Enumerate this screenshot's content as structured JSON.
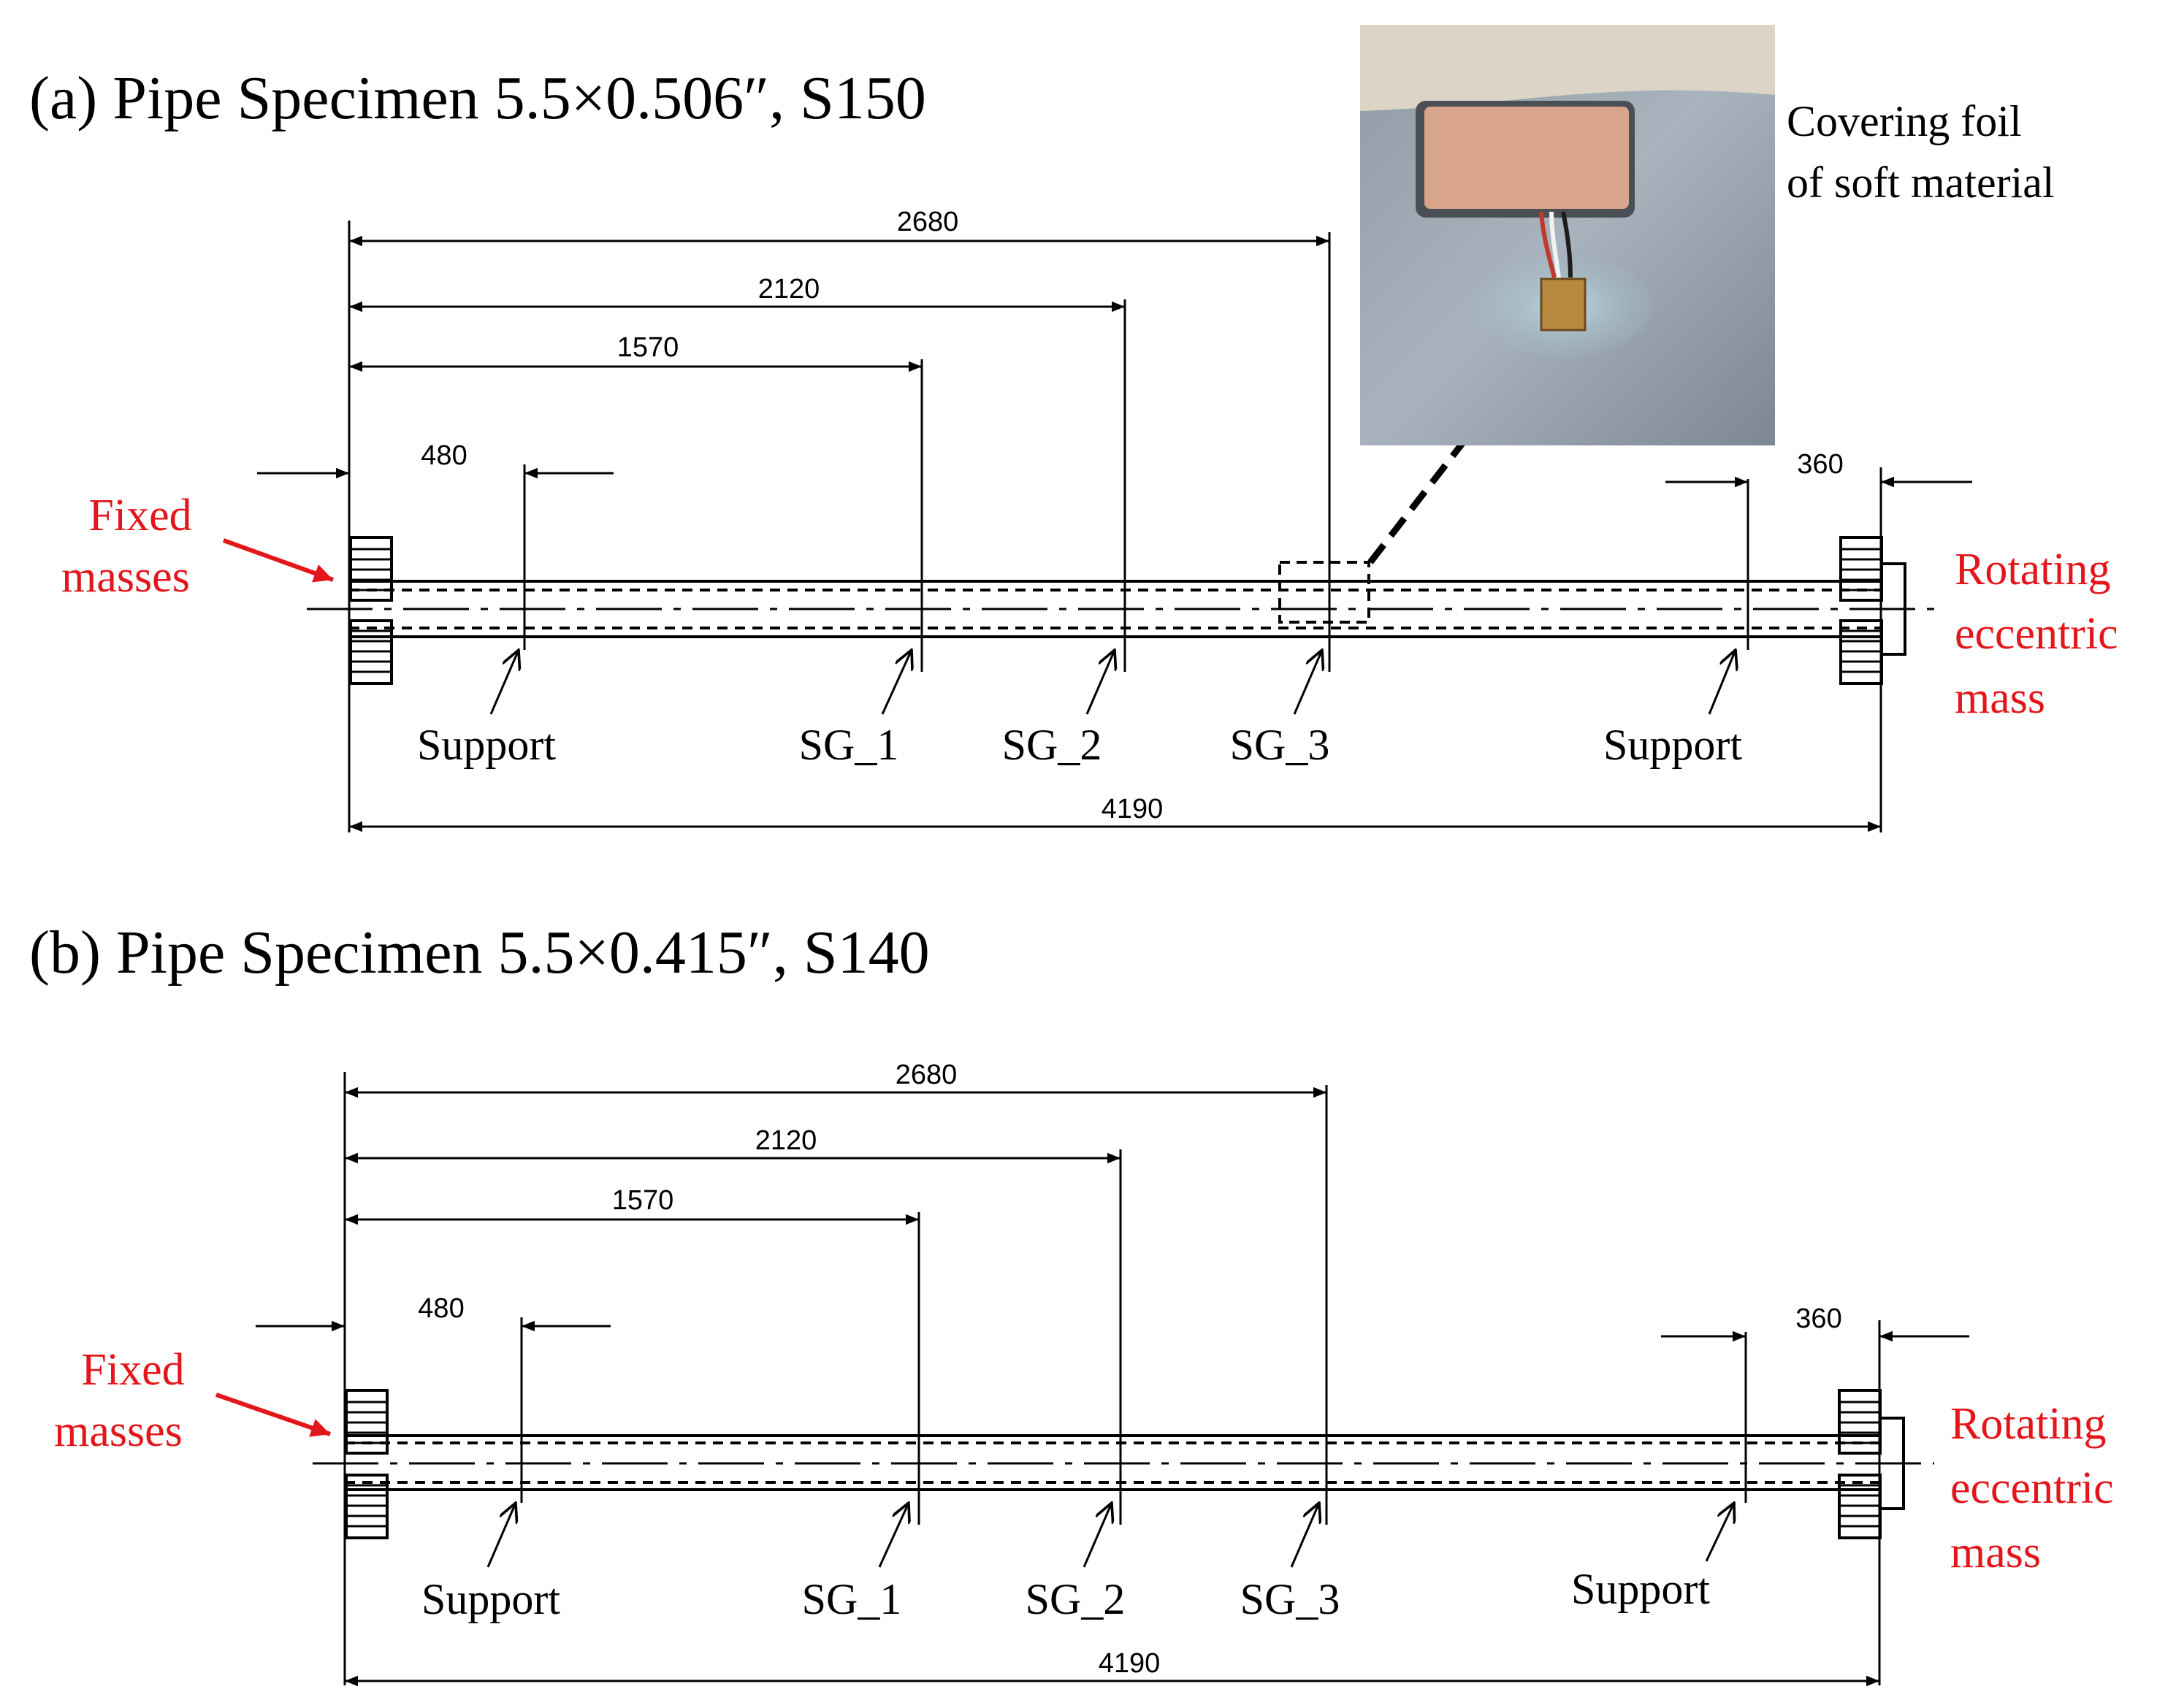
{
  "panels": [
    {
      "title": "(a) Pipe Specimen 5.5×0.506″, S150",
      "dims": {
        "d2680": "2680",
        "d2120": "2120",
        "d1570": "1570",
        "d480": "480",
        "d360": "360",
        "d4190": "4190"
      },
      "labels": {
        "support_left": "Support",
        "sg1": "SG_1",
        "sg2": "SG_2",
        "sg3": "SG_3",
        "support_right": "Support"
      },
      "fixed_masses": [
        "Fixed",
        "masses"
      ],
      "rotating_mass": [
        "Rotating",
        "eccentric",
        "mass"
      ]
    },
    {
      "title": "(b) Pipe Specimen 5.5×0.415″, S140",
      "dims": {
        "d2680": "2680",
        "d2120": "2120",
        "d1570": "1570",
        "d480": "480",
        "d360": "360",
        "d4190": "4190"
      },
      "labels": {
        "support_left": "Support",
        "sg1": "SG_1",
        "sg2": "SG_2",
        "sg3": "SG_3",
        "support_right": "Support"
      },
      "fixed_masses": [
        "Fixed",
        "masses"
      ],
      "rotating_mass": [
        "Rotating",
        "eccentric",
        "mass"
      ]
    }
  ],
  "photo": {
    "caption": [
      "Covering foil",
      "of soft material"
    ]
  },
  "colors": {
    "annotation_red": "#e3161b"
  }
}
